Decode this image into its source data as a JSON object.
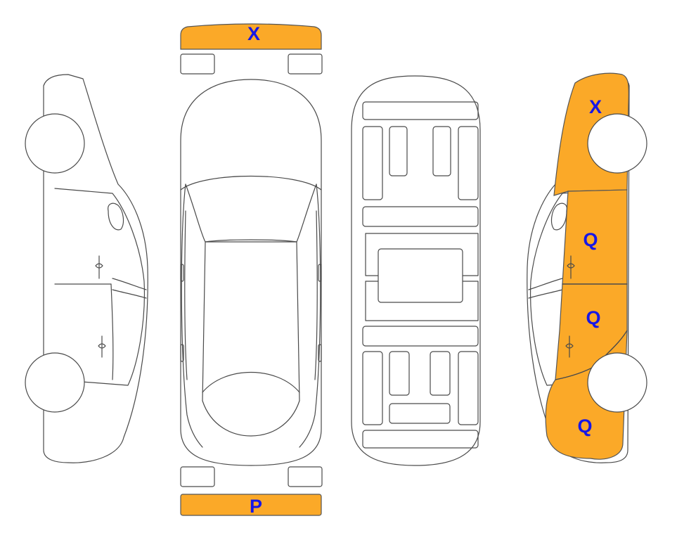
{
  "colors": {
    "damage_fill": "#FBA928",
    "code_text": "#1717E6",
    "outline": "#4A4A4A",
    "background": "#FFFFFF"
  },
  "views": [
    "left-side-view",
    "top-view",
    "underbody-view",
    "right-side-view"
  ],
  "damage_markers": {
    "front_bumper": "X",
    "rear_bumper": "P",
    "right_front_fender": "X",
    "right_front_door": "Q",
    "right_rear_door": "Q",
    "right_rear_quarter": "Q"
  }
}
